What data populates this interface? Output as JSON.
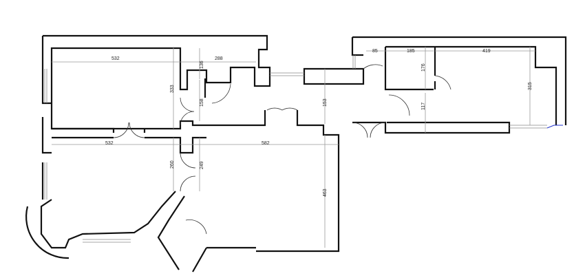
{
  "plan": {
    "dimensions": {
      "d1": "532",
      "d2": "288",
      "d3": "136",
      "d4": "333",
      "d5": "158",
      "d6": "532",
      "d7": "582",
      "d8": "260",
      "d9": "249",
      "d10": "153",
      "d11": "463",
      "d12": "85",
      "d13": "185",
      "d14": "419",
      "d15": "176",
      "d16": "117",
      "d17": "315"
    },
    "colors": {
      "wall": "#111111",
      "dimension": "#999999",
      "accent": "#2233cc"
    }
  }
}
